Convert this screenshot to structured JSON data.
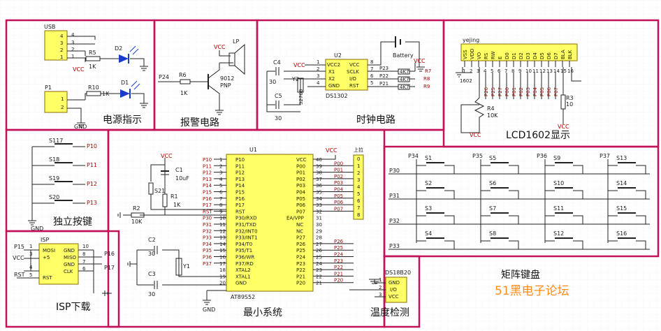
{
  "accent_color": "#c3115a",
  "modules": {
    "power": {
      "title": "电源指示",
      "usb": "USB",
      "p1": "P1",
      "r5": "R5",
      "r5v": "1K",
      "d2": "D2",
      "r10": "R10",
      "r10v": "1K",
      "d1": "D1",
      "vcc": "VCC",
      "gnd": "GND",
      "usb_pins": [
        "4",
        "3",
        "2",
        "1"
      ],
      "p1_pins": [
        "1",
        "2"
      ],
      "net_pins": [
        "4",
        "3",
        "2",
        "1"
      ]
    },
    "alarm": {
      "title": "报警电路",
      "p24": "P24",
      "r6": "R6",
      "r6v": "1K",
      "q": "9012",
      "pnp": "PNP",
      "lp": "LP",
      "vcc": "VCC"
    },
    "clock": {
      "title": "时钟电路",
      "u2": "U2",
      "chip": "DS1302",
      "vcc2": "VCC2",
      "vcc": "VCC",
      "x1": "X1",
      "x2": "X2",
      "gnd": "GND",
      "sclk": "SCLK",
      "io": "I/O",
      "rst": "RST",
      "c4": "C4",
      "c5": "C5",
      "c4v": "30",
      "c5v": "30",
      "y2": "Y2",
      "y2v": "32768",
      "battery": "Battery",
      "p23": "P23",
      "p22": "P22",
      "p21": "P21",
      "r7": "R7",
      "r8": "R8",
      "r9": "R9",
      "rk": "4K7",
      "pins_left": [
        "1",
        "2",
        "3",
        "4"
      ],
      "pins_right": [
        "8",
        "7",
        "6",
        "5"
      ]
    },
    "lcd": {
      "title": "LCD1602显示",
      "maker": "yejing",
      "pins": [
        "VSS",
        "VDD",
        "VO",
        "RS",
        "RW",
        "E",
        "D0",
        "D1",
        "D2",
        "D3",
        "D4",
        "D5",
        "D6",
        "D7",
        "BLA",
        "BLK"
      ],
      "nets": [
        "P26",
        "P25",
        "P27",
        "P00",
        "P01",
        "P02",
        "P03",
        "P04",
        "P05",
        "P06",
        "P07"
      ],
      "r4": "R4",
      "r4v": "10K",
      "r3": "R3",
      "r3v": "10",
      "vcc": "VCC",
      "lcd": "1602"
    },
    "keys": {
      "title": "独立按键",
      "items": [
        {
          "s": "S117",
          "p": "P10"
        },
        {
          "s": "S18",
          "p": "P11"
        },
        {
          "s": "S19",
          "p": "P12"
        },
        {
          "s": "S20",
          "p": "P13"
        }
      ],
      "gnd": "GND"
    },
    "mcu": {
      "title": "最小系统",
      "u1": "U1",
      "chip": "AT89S52",
      "vcc": "VCC",
      "gnd": "GND",
      "left": [
        "P10",
        "P11",
        "P12",
        "P13",
        "P14",
        "P15",
        "P16",
        "P17",
        "RST",
        "P30/RXD",
        "P31/TXD",
        "P32/INT0",
        "P33/INT1",
        "P34/T0",
        "P35/T1",
        "P36/WR",
        "P37/RD",
        "XTAL2",
        "XTAL1",
        "GND"
      ],
      "leftnet": [
        "P10",
        "P11",
        "P12",
        "P13",
        "P14",
        "P15",
        "P16",
        "P17",
        "RST",
        "P30",
        "P31",
        "P32",
        "P33",
        "P34",
        "P35",
        "P36",
        "P37",
        "",
        "",
        ""
      ],
      "leftnum": [
        "1",
        "2",
        "3",
        "4",
        "5",
        "6",
        "7",
        "8",
        "9",
        "10",
        "11",
        "12",
        "13",
        "14",
        "15",
        "16",
        "17",
        "18",
        "19",
        "20"
      ],
      "right": [
        "VCC",
        "P00",
        "P01",
        "P02",
        "P03",
        "P04",
        "P05",
        "P06",
        "P07",
        "EA/VPP",
        "NC",
        "NC",
        "P27",
        "P26",
        "P25",
        "P24",
        "P23",
        "P22",
        "P21",
        "P20"
      ],
      "rightnet": [
        "",
        "P00",
        "P01",
        "P02",
        "P03",
        "P04",
        "P05",
        "P06",
        "P07",
        "",
        "",
        "",
        "",
        "P26",
        "P25",
        "P24",
        "P23",
        "P22",
        "P21",
        "P20"
      ],
      "rightnum": [
        "40",
        "39",
        "38",
        "37",
        "36",
        "35",
        "34",
        "33",
        "32",
        "31",
        "30",
        "29",
        "28",
        "27",
        "26",
        "25",
        "24",
        "23",
        "22",
        "21"
      ],
      "c1": "C1",
      "c1v": "10uF",
      "s21": "S21",
      "r1": "R1",
      "r1v": "1K",
      "r2": "R2",
      "r2v": "10K",
      "c2": "C2",
      "c3": "C3",
      "cv": "30",
      "y1": "Y1",
      "header": "上拉",
      "header_pins": [
        "0",
        "1",
        "2",
        "3",
        "4",
        "5",
        "6",
        "7",
        "8"
      ]
    },
    "isp": {
      "title": "ISP下载",
      "name": "ISP",
      "mosi": "MOSI",
      "vcc5": "+5",
      "rst": "RST",
      "gnd": "GND",
      "miso": "MISO",
      "clk": "CLK",
      "p15": "P15",
      "vcc": "VCC",
      "rst_net": "RST",
      "p16": "P16",
      "p17": "P17",
      "left_pins": [
        "1",
        "3",
        "4",
        "5"
      ],
      "right_pins": [
        "10",
        "8",
        "7",
        "6"
      ]
    },
    "matrix": {
      "title": "矩阵键盘",
      "rows": [
        "P30",
        "P31",
        "P32",
        "P33"
      ],
      "cols": [
        "P34",
        "P35",
        "P36",
        "P37"
      ],
      "switches": [
        "S1",
        "S5",
        "S9",
        "S13",
        "S2",
        "S6",
        "S10",
        "S14",
        "S3",
        "S7",
        "S11",
        "S15",
        "S4",
        "S8",
        "S12",
        "S16"
      ]
    },
    "temp": {
      "title": "温度检测",
      "name": "DS18B20",
      "gnd": "GND",
      "io": "I/O",
      "vcc": "VCC",
      "pins": [
        "1",
        "2",
        "3"
      ]
    }
  },
  "watermark": "51黑电子论坛"
}
